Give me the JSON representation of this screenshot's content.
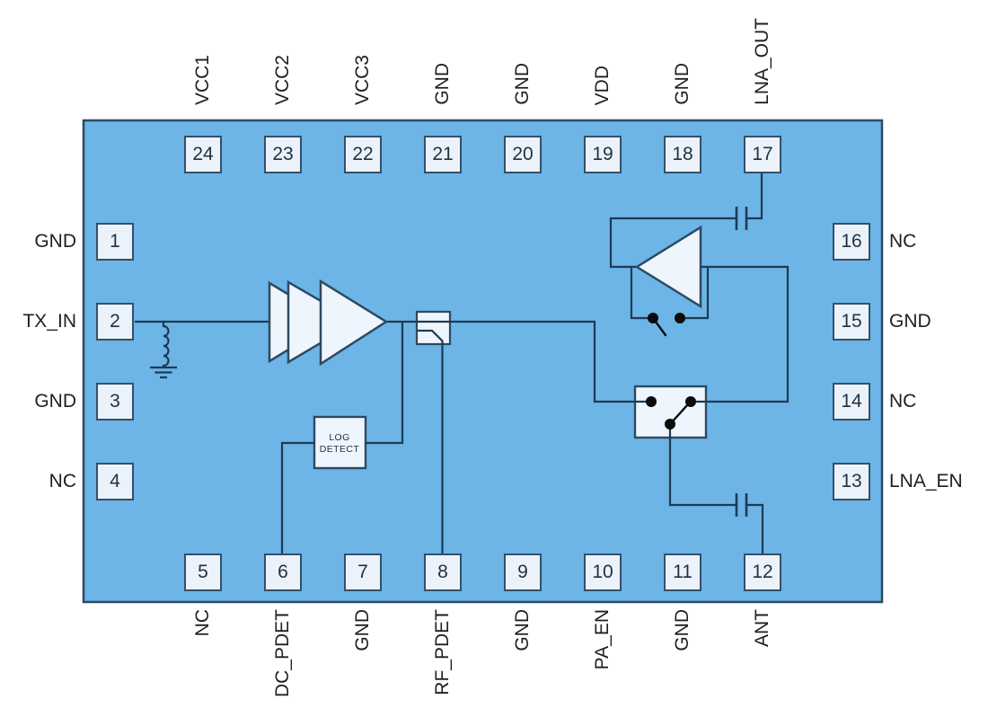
{
  "pins": {
    "top": [
      {
        "number": "24",
        "label": "VCC1"
      },
      {
        "number": "23",
        "label": "VCC2"
      },
      {
        "number": "22",
        "label": "VCC3"
      },
      {
        "number": "21",
        "label": "GND"
      },
      {
        "number": "20",
        "label": "GND"
      },
      {
        "number": "19",
        "label": "VDD"
      },
      {
        "number": "18",
        "label": "GND"
      },
      {
        "number": "17",
        "label": "LNA_OUT"
      }
    ],
    "bottom": [
      {
        "number": "5",
        "label": "NC"
      },
      {
        "number": "6",
        "label": "DC_PDET"
      },
      {
        "number": "7",
        "label": "GND"
      },
      {
        "number": "8",
        "label": "RF_PDET"
      },
      {
        "number": "9",
        "label": "GND"
      },
      {
        "number": "10",
        "label": "PA_EN"
      },
      {
        "number": "11",
        "label": "GND"
      },
      {
        "number": "12",
        "label": "ANT"
      }
    ],
    "left": [
      {
        "number": "1",
        "label": "GND"
      },
      {
        "number": "2",
        "label": "TX_IN"
      },
      {
        "number": "3",
        "label": "GND"
      },
      {
        "number": "4",
        "label": "NC"
      }
    ],
    "right": [
      {
        "number": "16",
        "label": "NC"
      },
      {
        "number": "15",
        "label": "GND"
      },
      {
        "number": "14",
        "label": "NC"
      },
      {
        "number": "13",
        "label": "LNA_EN"
      }
    ]
  },
  "components": {
    "log_detect": {
      "line1": "LOG",
      "line2": "DETECT"
    }
  },
  "colors": {
    "chip_fill": "#6CB5E6",
    "chip_border": "#2C4A62",
    "pin_fill": "#EBF2FA",
    "pin_border": "#33506B",
    "wire": "#1E3A54",
    "component_fill": "#EFF5FC",
    "contact_dot": "#0B0B0B"
  }
}
